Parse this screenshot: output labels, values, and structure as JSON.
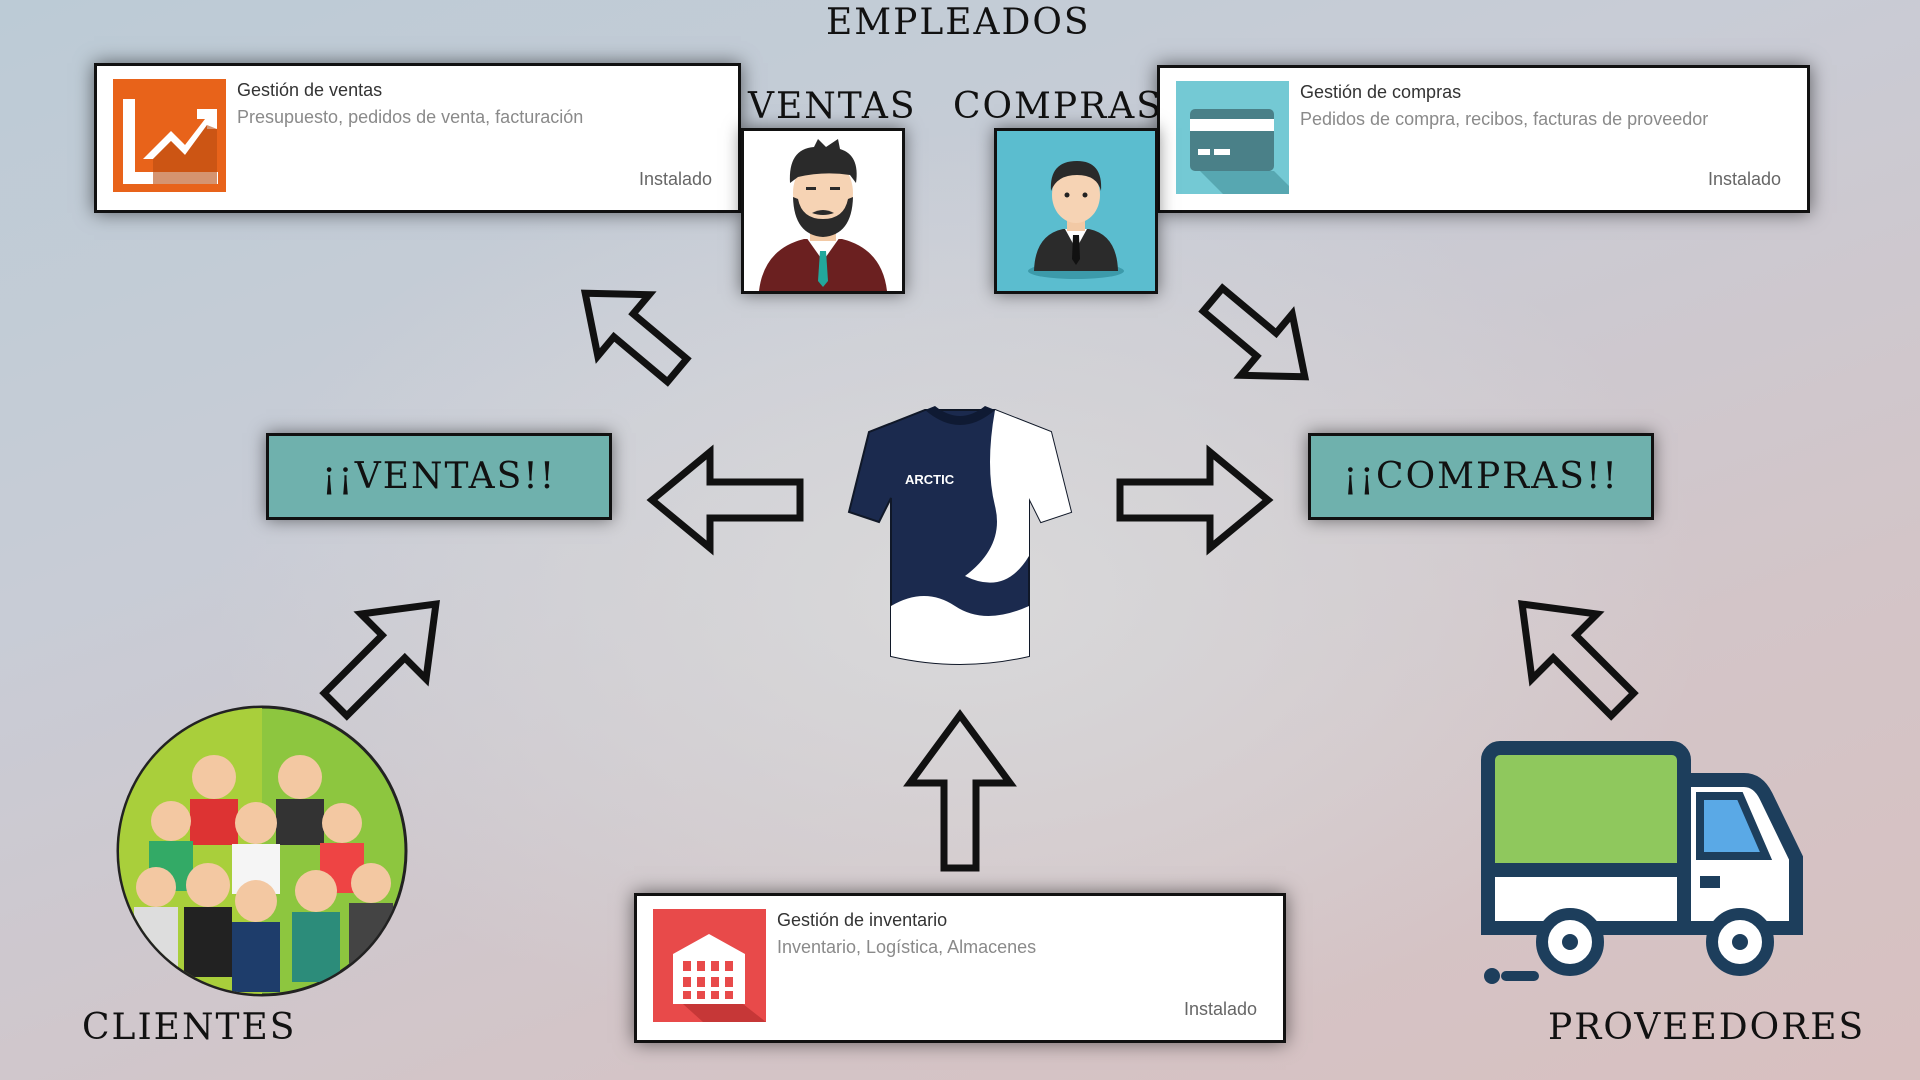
{
  "headings": {
    "empleados": "EMPLEADOS",
    "ventas": "VENTAS",
    "compras": "COMPRAS",
    "clientes": "CLIENTES",
    "proveedores": "PROVEEDORES"
  },
  "apps": {
    "ventas": {
      "name": "Gestión de ventas",
      "description": "Presupuesto, pedidos de venta, facturación",
      "status": "Instalado",
      "icon": "trending-chart-icon",
      "color": "#e8631a"
    },
    "compras": {
      "name": "Gestión de compras",
      "description": "Pedidos de compra, recibos, facturas de proveedor",
      "status": "Instalado",
      "icon": "credit-card-icon",
      "color": "#74c9d4"
    },
    "inventario": {
      "name": "Gestión de inventario",
      "description": "Inventario, Logística, Almacenes",
      "status": "Instalado",
      "icon": "warehouse-icon",
      "color": "#e84a4a"
    }
  },
  "actions": {
    "ventas": "¡¡VENTAS!!",
    "compras": "¡¡COMPRAS!!"
  },
  "product": {
    "brand": "ARCTIC",
    "icon": "jersey-icon",
    "colors": {
      "navy": "#1b2a4e",
      "white": "#ffffff"
    }
  },
  "illustrations": {
    "seller": "bearded-man-avatar-icon",
    "buyer": "businessman-avatar-icon",
    "clients": "customer-group-icon",
    "suppliers": "delivery-truck-icon"
  },
  "colors": {
    "action_box": "#6fb1ad",
    "truck_cargo": "#8fc85d",
    "truck_outline": "#1d3e5c",
    "buyer_bg": "#5bbdcf"
  }
}
